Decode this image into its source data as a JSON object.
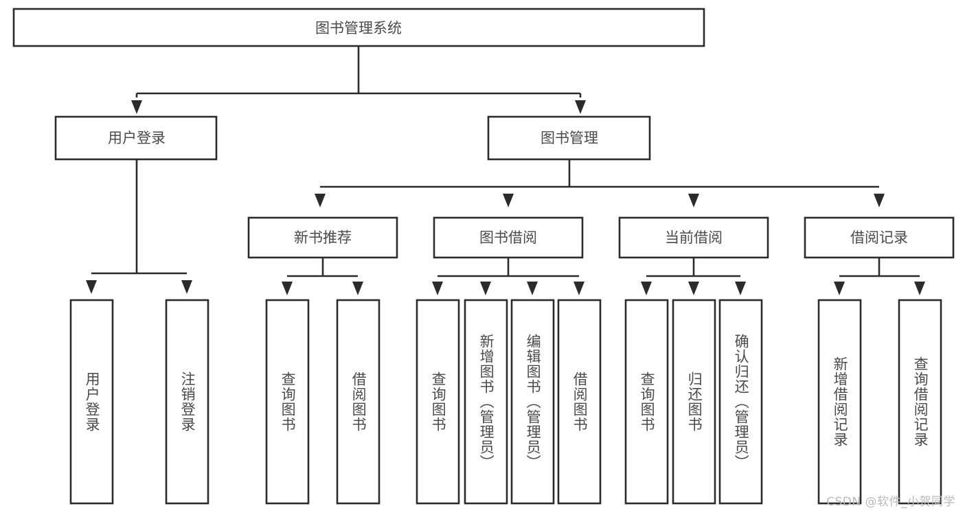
{
  "diagram": {
    "type": "tree",
    "title": "图书管理系统",
    "orientation": "top-down",
    "colors": {
      "box_fill": "#ffffff",
      "box_stroke": "#2b2b2b",
      "text": "#4a4a4a",
      "background": "#ffffff",
      "watermark": "#b9b9b9"
    },
    "root": {
      "label": "图书管理系统",
      "text_direction": "horizontal"
    },
    "level2": [
      {
        "id": "user-login",
        "label": "用户登录",
        "text_direction": "horizontal"
      },
      {
        "id": "book-manage",
        "label": "图书管理",
        "text_direction": "horizontal"
      }
    ],
    "level3": [
      {
        "id": "new-book-recommend",
        "label": "新书推荐",
        "text_direction": "horizontal",
        "parent": "book-manage"
      },
      {
        "id": "book-borrow",
        "label": "图书借阅",
        "text_direction": "horizontal",
        "parent": "book-manage"
      },
      {
        "id": "current-borrow",
        "label": "当前借阅",
        "text_direction": "horizontal",
        "parent": "book-manage"
      },
      {
        "id": "borrow-record",
        "label": "借阅记录",
        "text_direction": "horizontal",
        "parent": "book-manage"
      }
    ],
    "leaves": {
      "user_login": [
        {
          "id": "leaf-user-login",
          "label": "用户登录",
          "text_direction": "vertical"
        },
        {
          "id": "leaf-logout-login",
          "label": "注销登录",
          "text_direction": "vertical"
        }
      ],
      "new_book_recommend": [
        {
          "id": "leaf-query-book-1",
          "label": "查询图书",
          "text_direction": "vertical"
        },
        {
          "id": "leaf-borrow-book-1",
          "label": "借阅图书",
          "text_direction": "vertical"
        }
      ],
      "book_borrow": [
        {
          "id": "leaf-query-book-2",
          "label": "查询图书",
          "text_direction": "vertical"
        },
        {
          "id": "leaf-add-book-admin",
          "label": "新增图书（管理员）",
          "text_direction": "vertical"
        },
        {
          "id": "leaf-edit-book-admin",
          "label": "编辑图书（管理员）",
          "text_direction": "vertical"
        },
        {
          "id": "leaf-borrow-book-2",
          "label": "借阅图书",
          "text_direction": "vertical"
        }
      ],
      "current_borrow": [
        {
          "id": "leaf-query-book-3",
          "label": "查询图书",
          "text_direction": "vertical"
        },
        {
          "id": "leaf-return-book",
          "label": "归还图书",
          "text_direction": "vertical"
        },
        {
          "id": "leaf-confirm-return-admin",
          "label": "确认归还（管理员）",
          "text_direction": "vertical"
        }
      ],
      "borrow_record": [
        {
          "id": "leaf-add-borrow-record",
          "label": "新增借阅记录",
          "text_direction": "vertical"
        },
        {
          "id": "leaf-query-borrow-record",
          "label": "查询借阅记录",
          "text_direction": "vertical"
        }
      ]
    }
  },
  "watermark": {
    "text": "CSDN @软件_小贺同学"
  }
}
